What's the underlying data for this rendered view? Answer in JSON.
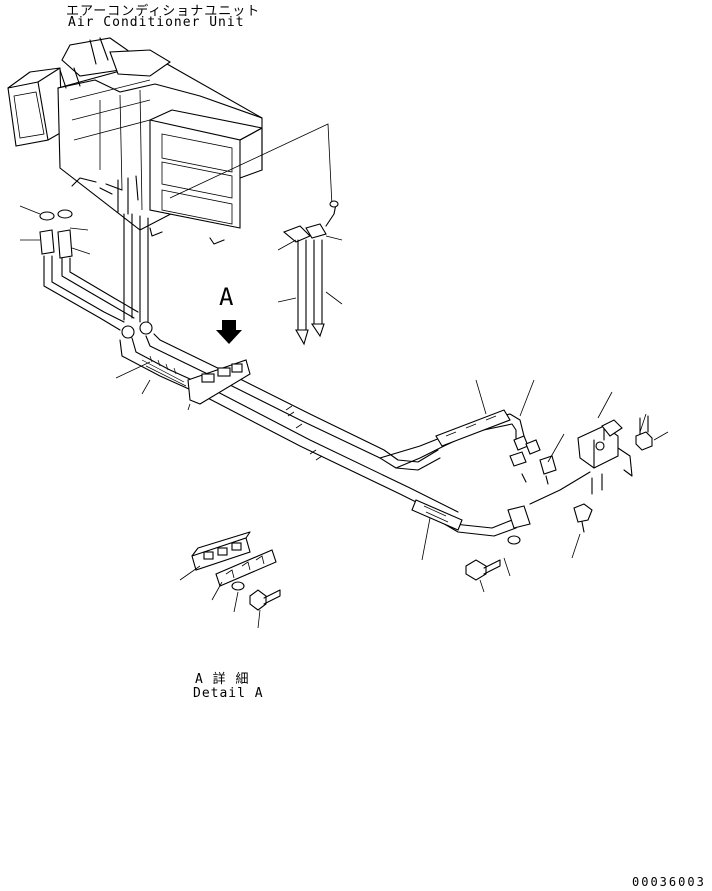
{
  "unit_label": {
    "japanese": "エアーコンディショナユニット",
    "english": "Air Conditioner Unit"
  },
  "view_marker": "A",
  "detail_label": {
    "japanese": "A 詳 細",
    "english": "Detail A"
  },
  "drawing_number": "00036003"
}
